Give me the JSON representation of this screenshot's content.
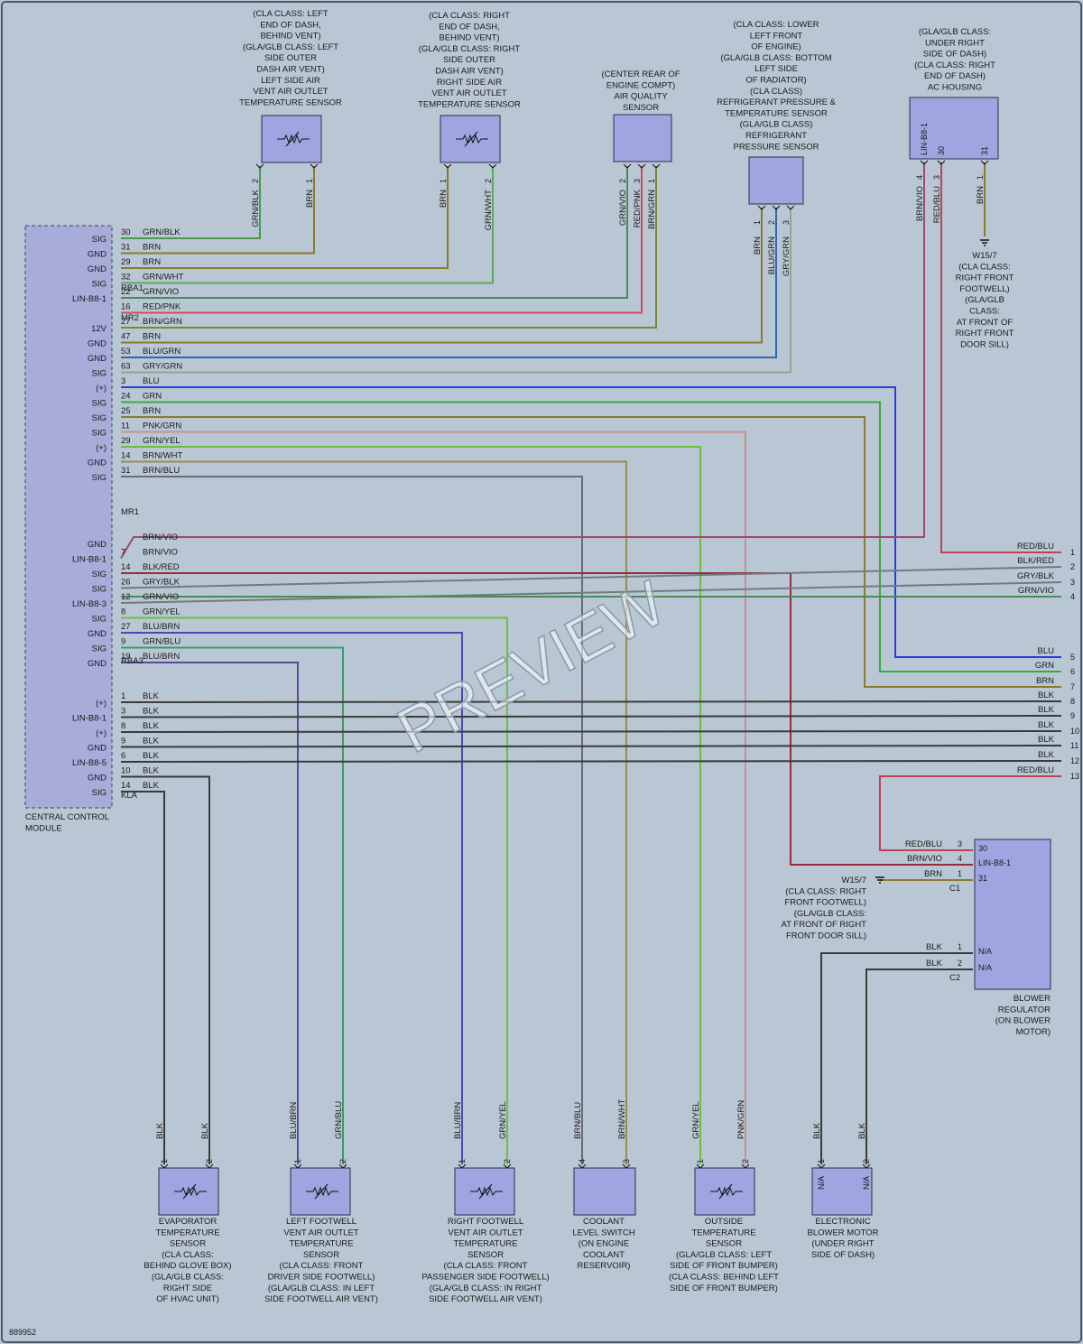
{
  "colors": {
    "background": "#b9c7d4",
    "component_fill": "#9fa5e0",
    "module_fill": "#a7acd8",
    "wire": {
      "GRN/BLK": "#4a9a4a",
      "BRN": "#8a7a2a",
      "GRN/WHT": "#5aaa5a",
      "GRN/VIO": "#4a8a5a",
      "RED/PNK": "#d24a5a",
      "BRN/GRN": "#7a8a2a",
      "BLU/GRN": "#2a6ab0",
      "GRY/GRN": "#8aa88a",
      "BLU": "#2a3ae0",
      "GRN": "#3aaa3a",
      "PNK/GRN": "#c89090",
      "GRN/YEL": "#6ac03a",
      "BRN/WHT": "#9a8a4a",
      "BRN/BLU": "#6a6a7a",
      "BRN/VIO": "#9a4a6a",
      "BLK/RED": "#9a2a3a",
      "GRY/BLK": "#707a80",
      "GRN/BLU": "#3a9a6a",
      "BLU/BRN": "#4a4ab0",
      "BLU/RED": "#5a4a9a",
      "BLK": "#3a3a3a",
      "RED/BLU": "#c0405a"
    }
  },
  "module": {
    "title": "CENTRAL CONTROL\nMODULE",
    "connectors": [
      "RBA1",
      "MR2",
      "MR1",
      "RBA3",
      "KLA"
    ],
    "rows": [
      {
        "fn": "SIG",
        "pin": "30",
        "wire": "GRN/BLK"
      },
      {
        "fn": "GND",
        "pin": "31",
        "wire": "BRN"
      },
      {
        "fn": "GND",
        "pin": "29",
        "wire": "BRN"
      },
      {
        "fn": "SIG",
        "pin": "32",
        "wire": "GRN/WHT"
      },
      {
        "fn": "LIN-B8-1",
        "pin": "22",
        "wire": "GRN/VIO"
      },
      {
        "fn": "",
        "pin": "16",
        "wire": "RED/PNK"
      },
      {
        "fn": "12V",
        "pin": "27",
        "wire": "BRN/GRN"
      },
      {
        "fn": "GND",
        "pin": "47",
        "wire": "BRN"
      },
      {
        "fn": "GND",
        "pin": "53",
        "wire": "BLU/GRN"
      },
      {
        "fn": "SIG",
        "pin": "63",
        "wire": "GRY/GRN"
      },
      {
        "fn": "(+)",
        "pin": "3",
        "wire": "BLU"
      },
      {
        "fn": "SIG",
        "pin": "24",
        "wire": "GRN"
      },
      {
        "fn": "SIG",
        "pin": "25",
        "wire": "BRN"
      },
      {
        "fn": "SIG",
        "pin": "11",
        "wire": "PNK/GRN"
      },
      {
        "fn": "(+)",
        "pin": "29",
        "wire": "GRN/YEL"
      },
      {
        "fn": "GND",
        "pin": "14",
        "wire": "BRN/WHT"
      },
      {
        "fn": "SIG",
        "pin": "31",
        "wire": "BRN/BLU"
      },
      {
        "fn": "GND",
        "pin": "",
        "wire": "BRN/VIO"
      },
      {
        "fn": "LIN-B8-1",
        "pin": "7",
        "wire": "BRN/VIO"
      },
      {
        "fn": "SIG",
        "pin": "14",
        "wire": "BLK/RED"
      },
      {
        "fn": "SIG",
        "pin": "26",
        "wire": "GRY/BLK"
      },
      {
        "fn": "LIN-B8-3",
        "pin": "12",
        "wire": "GRN/VIO"
      },
      {
        "fn": "SIG",
        "pin": "8",
        "wire": "GRN/YEL"
      },
      {
        "fn": "GND",
        "pin": "27",
        "wire": "BLU/BRN"
      },
      {
        "fn": "SIG",
        "pin": "9",
        "wire": "GRN/BLU"
      },
      {
        "fn": "GND",
        "pin": "19",
        "wire": "BLU/BRN"
      },
      {
        "fn": "(+)",
        "pin": "1",
        "wire": "BLK"
      },
      {
        "fn": "LIN-B8-1",
        "pin": "3",
        "wire": "BLK"
      },
      {
        "fn": "(+)",
        "pin": "8",
        "wire": "BLK"
      },
      {
        "fn": "GND",
        "pin": "9",
        "wire": "BLK"
      },
      {
        "fn": "LIN-B8-5",
        "pin": "6",
        "wire": "BLK"
      },
      {
        "fn": "GND",
        "pin": "10",
        "wire": "BLK"
      },
      {
        "fn": "SIG",
        "pin": "14",
        "wire": "BLK"
      }
    ]
  },
  "top_components": [
    {
      "id": "left-vent-sensor",
      "label": "(CLA CLASS: LEFT\nEND OF DASH,\nBEHIND VENT)\n(GLA/GLB CLASS: LEFT\nSIDE OUTER\nDASH AIR VENT)\nLEFT SIDE AIR\nVENT AIR OUTLET\nTEMPERATURE SENSOR",
      "pins": [
        "2",
        "1"
      ],
      "wires": [
        "GRN/BLK",
        "BRN"
      ]
    },
    {
      "id": "right-vent-sensor",
      "label": "(CLA CLASS: RIGHT\nEND OF DASH,\nBEHIND VENT)\n(GLA/GLB CLASS: RIGHT\nSIDE OUTER\nDASH AIR VENT)\nRIGHT SIDE AIR\nVENT AIR OUTLET\nTEMPERATURE SENSOR",
      "pins": [
        "1",
        "2"
      ],
      "wires": [
        "BRN",
        "GRN/WHT"
      ]
    },
    {
      "id": "air-quality-sensor",
      "label": "(CENTER REAR OF\nENGINE COMPT)\nAIR QUALITY\nSENSOR",
      "pins": [
        "2",
        "3",
        "1"
      ],
      "wires": [
        "GRN/VIO",
        "RED/PNK",
        "BRN/GRN"
      ]
    },
    {
      "id": "refrigerant-sensor",
      "label": "(CLA CLASS: LOWER\nLEFT FRONT\nOF ENGINE)\n(GLA/GLB CLASS: BOTTOM\nLEFT SIDE\nOF RADIATOR)\n(CLA CLASS)\nREFRIGERANT PRESSURE &\nTEMPERATURE SENSOR\n(GLA/GLB CLASS)\nREFRIGERANT\nPRESSURE SENSOR",
      "pins": [
        "1",
        "2",
        "3"
      ],
      "wires": [
        "BRN",
        "BLU/GRN",
        "GRY/GRN"
      ]
    },
    {
      "id": "ac-housing",
      "label": "(GLA/GLB CLASS:\nUNDER RIGHT\nSIDE OF DASH)\n(CLA CLASS: RIGHT\nEND OF DASH)\nAC HOUSING",
      "pins": [
        "4",
        "3",
        "1"
      ],
      "wires": [
        "BRN/VIO",
        "RED/BLU",
        "BRN"
      ],
      "inner": [
        "LIN-B8-1",
        "30",
        "31"
      ]
    }
  ],
  "ground_top": {
    "label": "W15/7\n(CLA CLASS:\nRIGHT FRONT\nFOOTWELL)\n(GLA/GLB\nCLASS:\nAT FRONT OF\nRIGHT FRONT\nDOOR SILL)"
  },
  "right_connector": [
    {
      "n": "1",
      "wire": "RED/BLU"
    },
    {
      "n": "2",
      "wire": "BLK/RED"
    },
    {
      "n": "3",
      "wire": "GRY/BLK"
    },
    {
      "n": "4",
      "wire": "GRN/VIO"
    },
    {
      "n": "5",
      "wire": "BLU"
    },
    {
      "n": "6",
      "wire": "GRN"
    },
    {
      "n": "7",
      "wire": "BRN"
    },
    {
      "n": "8",
      "wire": "BLK"
    },
    {
      "n": "9",
      "wire": "BLK"
    },
    {
      "n": "10",
      "wire": "BLK"
    },
    {
      "n": "11",
      "wire": "BLK"
    },
    {
      "n": "12",
      "wire": "BLK"
    },
    {
      "n": "13",
      "wire": "RED/BLU"
    }
  ],
  "blower_regulator": {
    "label": "BLOWER\nREGULATOR\n(ON BLOWER\nMOTOR)",
    "rows": [
      {
        "wire": "RED/BLU",
        "pin": "3",
        "inner": "30"
      },
      {
        "wire": "BRN/VIO",
        "pin": "4",
        "inner": "LIN-B8-1"
      },
      {
        "wire": "BRN",
        "pin": "1",
        "inner": "31"
      },
      {
        "wire": "BLK",
        "pin": "1",
        "inner": "N/A"
      },
      {
        "wire": "BLK",
        "pin": "2",
        "inner": "N/A"
      }
    ],
    "connectors": [
      "C1",
      "C2"
    ],
    "ground": "W15/7\n(CLA CLASS: RIGHT\nFRONT FOOTWELL)\n(GLA/GLB CLASS:\nAT FRONT OF RIGHT\nFRONT DOOR SILL)"
  },
  "bottom_components": [
    {
      "id": "evaporator-sensor",
      "label": "EVAPORATOR\nTEMPERATURE\nSENSOR\n(CLA CLASS:\nBEHIND GLOVE BOX)\n(GLA/GLB CLASS:\nRIGHT SIDE\nOF HVAC UNIT)",
      "pins": [
        "1",
        "2"
      ],
      "wires": [
        "BLK",
        "BLK"
      ]
    },
    {
      "id": "left-footwell-sensor",
      "label": "LEFT FOOTWELL\nVENT AIR OUTLET\nTEMPERATURE\nSENSOR\n(CLA CLASS: FRONT\nDRIVER SIDE FOOTWELL)\n(GLA/GLB CLASS: IN LEFT\nSIDE FOOTWELL AIR VENT)",
      "pins": [
        "1",
        "2"
      ],
      "wires": [
        "BLU/BRN",
        "GRN/BLU"
      ]
    },
    {
      "id": "right-footwell-sensor",
      "label": "RIGHT FOOTWELL\nVENT AIR OUTLET\nTEMPERATURE\nSENSOR\n(CLA CLASS: FRONT\nPASSENGER SIDE FOOTWELL)\n(GLA/GLB CLASS: IN RIGHT\nSIDE FOOTWELL AIR VENT)",
      "pins": [
        "1",
        "2"
      ],
      "wires": [
        "BLU/BRN",
        "GRN/YEL"
      ]
    },
    {
      "id": "coolant-switch",
      "label": "COOLANT\nLEVEL SWITCH\n(ON ENGINE\nCOOLANT\nRESERVOIR)",
      "pins": [
        "4",
        "3"
      ],
      "wires": [
        "BRN/BLU",
        "BRN/WHT"
      ]
    },
    {
      "id": "outside-sensor",
      "label": "OUTSIDE\nTEMPERATURE\nSENSOR\n(GLA/GLB CLASS: LEFT\nSIDE OF FRONT BUMPER)\n(CLA CLASS: BEHIND LEFT\nSIDE OF FRONT BUMPER)",
      "pins": [
        "1",
        "2"
      ],
      "wires": [
        "GRN/YEL",
        "PNK/GRN"
      ]
    },
    {
      "id": "blower-motor",
      "label": "ELECTRONIC\nBLOWER MOTOR\n(UNDER RIGHT\nSIDE OF DASH)",
      "pins": [
        "1",
        "2"
      ],
      "wires": [
        "BLK",
        "BLK"
      ],
      "inner": [
        "N/A",
        "N/A"
      ]
    }
  ],
  "watermark": "PREVIEW",
  "figure_id": "889952"
}
